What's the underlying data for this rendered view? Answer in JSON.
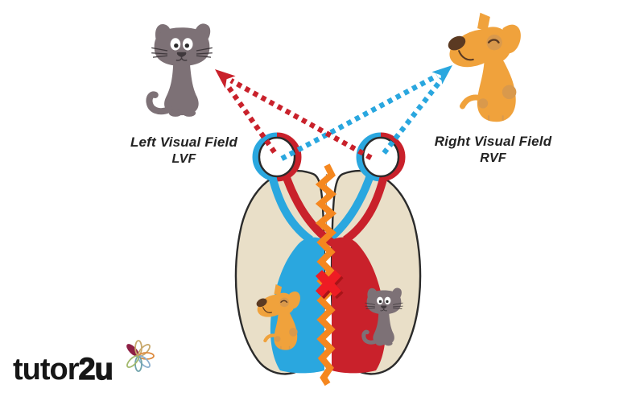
{
  "labels": {
    "lvf_line1": "Left Visual Field",
    "lvf_line2": "LVF",
    "rvf_line1": "Right Visual Field",
    "rvf_line2": "RVF"
  },
  "logo": {
    "part1": "tutor",
    "part2": "2u"
  },
  "colors": {
    "lvf_red": "#c9212b",
    "rvf_blue": "#2aa7df",
    "cut_red": "#ee1c24",
    "cut_shadow": "#a81418",
    "zigzag_orange": "#f5871f",
    "brain_beige": "#e9dfc8",
    "outline_dark": "#2b2b2b",
    "cat_gray": "#7d7176",
    "cat_face_dark": "#3f383c",
    "dog_orange": "#f0a23c",
    "dog_brown": "#5b3a22",
    "dog_spot": "#d9994c",
    "text_dark": "#222222",
    "logo_black": "#161616",
    "flower_maroon": "#8e2045",
    "flower_gold": "#c8a96d",
    "flower_orange": "#dd8a3d",
    "flower_blue": "#8cb0cf",
    "flower_teal": "#6fa3ab",
    "flower_green": "#a3b96d"
  }
}
